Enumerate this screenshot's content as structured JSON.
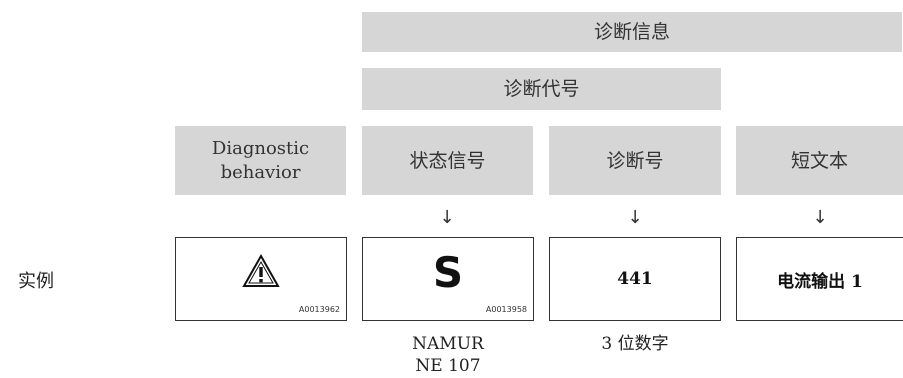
{
  "headers": {
    "diagnostic_info": "诊断信息",
    "diagnostic_code": "诊断代号",
    "diagnostic_behavior": "Diagnostic\nbehavior",
    "status_signal": "状态信号",
    "diagnostic_number": "诊断号",
    "short_text": "短文本"
  },
  "arrow": "↓",
  "row_label": "实例",
  "examples": {
    "behavior_icon": "warning-triangle-icon",
    "behavior_code": "A0013962",
    "status_letter": "S",
    "status_code": "A0013958",
    "number": "441",
    "short_text": "电流输出 1"
  },
  "captions": {
    "status": "NAMUR\nNE 107",
    "number": "3 位数字"
  }
}
